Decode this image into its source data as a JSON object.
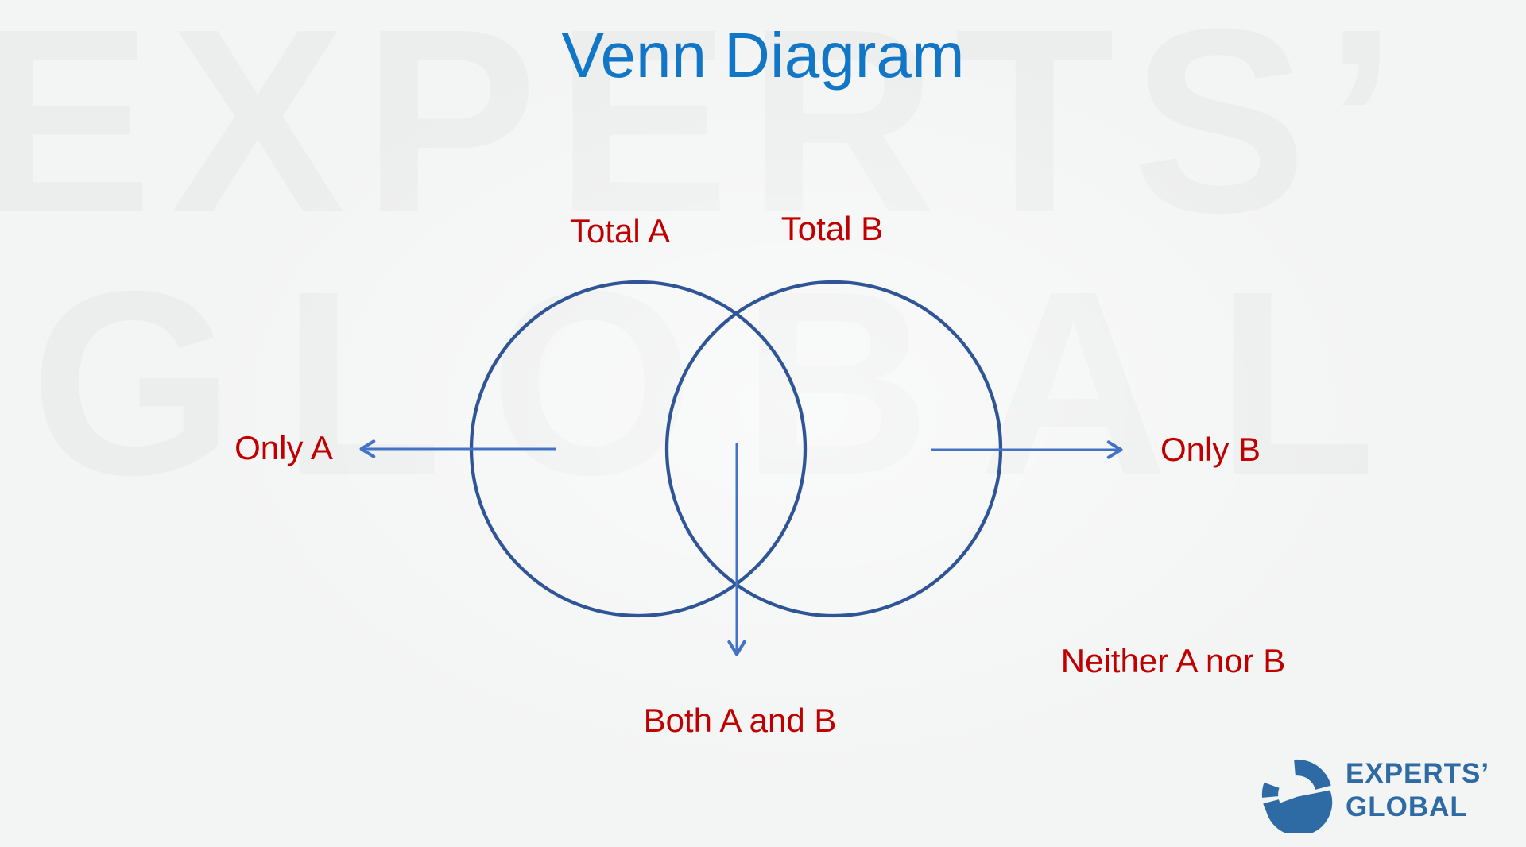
{
  "title": "Venn Diagram",
  "diagram": {
    "label_total_a": "Total A",
    "label_total_b": "Total B",
    "label_only_a": "Only A",
    "label_only_b": "Only B",
    "label_both": "Both A and B",
    "label_neither": "Neither A nor B"
  },
  "watermark": {
    "line1": "EXPERTS’",
    "line2": "GLOBAL"
  },
  "logo": {
    "name_line1": "EXPERTS’",
    "name_line2": "GLOBAL"
  },
  "colors": {
    "background": "#F3F4F4",
    "watermark_gray": "#ECEDED",
    "title_blue": "#1276C7",
    "label_red": "#C00000",
    "circle_outline": "#2F5597",
    "arrow_blue": "#4472C4",
    "logo_blue": "#2E6BA5"
  }
}
